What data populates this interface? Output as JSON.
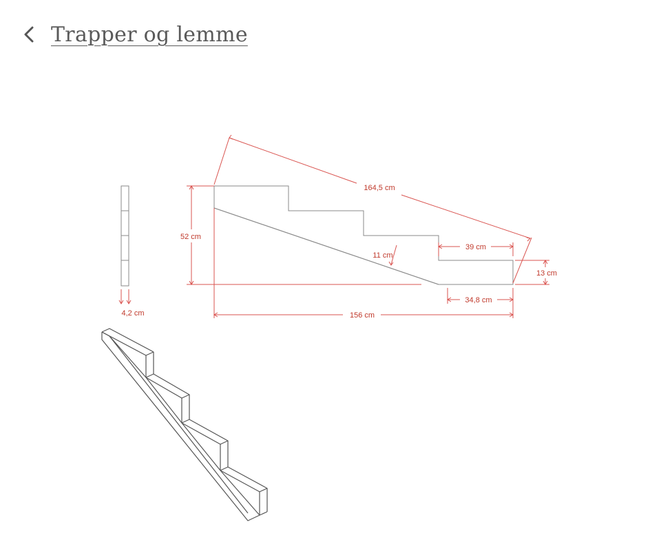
{
  "nav": {
    "back_label": "Trapper og lemme",
    "back_icon": "chevron-left-icon"
  },
  "colors": {
    "line": "#8a8a8a",
    "dimension": "#d9534f",
    "dimension_text": "#c0392b",
    "nav_text": "#5a5a5a"
  },
  "drawing": {
    "dimensions": {
      "diagonal": "164,5 cm",
      "height": "52 cm",
      "thickness_side": "4,2 cm",
      "tread_depth": "39 cm",
      "stringer_depth": "11 cm",
      "riser": "13 cm",
      "bottom_cut": "34,8 cm",
      "total_length": "156 cm"
    }
  }
}
